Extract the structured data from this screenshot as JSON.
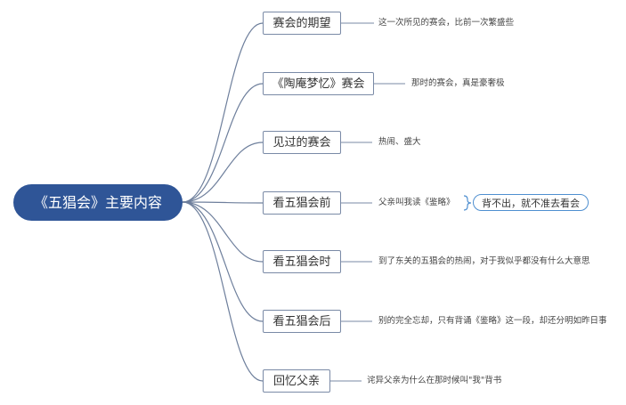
{
  "root": {
    "label": "《五猖会》主要内容"
  },
  "topics": [
    {
      "label": "赛会的期望",
      "note": "这一次所见的赛会，比前一次繁盛些"
    },
    {
      "label": "《陶庵梦忆》赛会",
      "note": "那时的赛会，真是豪奢极"
    },
    {
      "label": "见过的赛会",
      "note": "热闹、盛大"
    },
    {
      "label": "看五猖会前",
      "note": "父亲叫我读《鉴略》"
    },
    {
      "label": "看五猖会时",
      "note": "到了东关的五猖会的热闹，对于我似乎都没有什么大意思"
    },
    {
      "label": "看五猖会后",
      "note": "别的完全忘却，只有背诵《鉴略》这一段，却还分明如昨日事"
    },
    {
      "label": "回忆父亲",
      "note": "诧异父亲为什么在那时候叫\"我\"背书"
    }
  ],
  "summary": {
    "label": "背不出，就不准去看会"
  },
  "colors": {
    "root_fill": "#2f5597",
    "topic_border": "#7a8aa6",
    "link": "#6e7f9c",
    "summary_border": "#4f8fd0"
  }
}
